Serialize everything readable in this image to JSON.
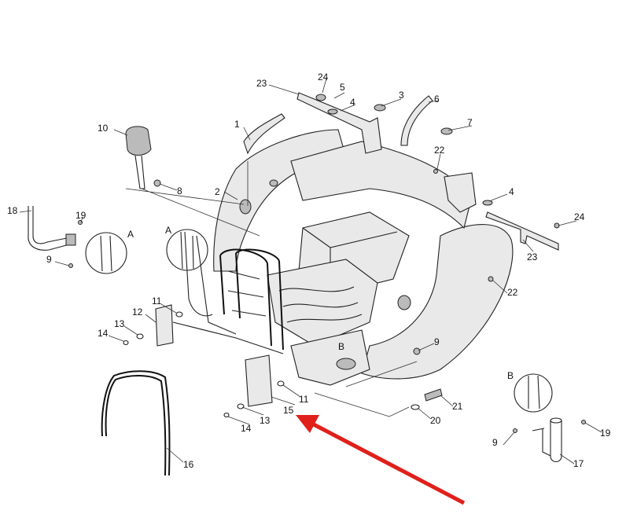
{
  "callouts": [
    "24",
    "5",
    "23",
    "4",
    "3",
    "6",
    "1",
    "7",
    "10",
    "22",
    "2",
    "8",
    "4",
    "24",
    "18",
    "19",
    "A",
    "A",
    "23",
    "9",
    "22",
    "12",
    "11",
    "13",
    "14",
    "9",
    "B",
    "15",
    "11",
    "21",
    "13",
    "20",
    "14",
    "16",
    "B",
    "9",
    "19",
    "17"
  ],
  "colors": {
    "arrow": "#e0201b",
    "line": "#222222"
  }
}
